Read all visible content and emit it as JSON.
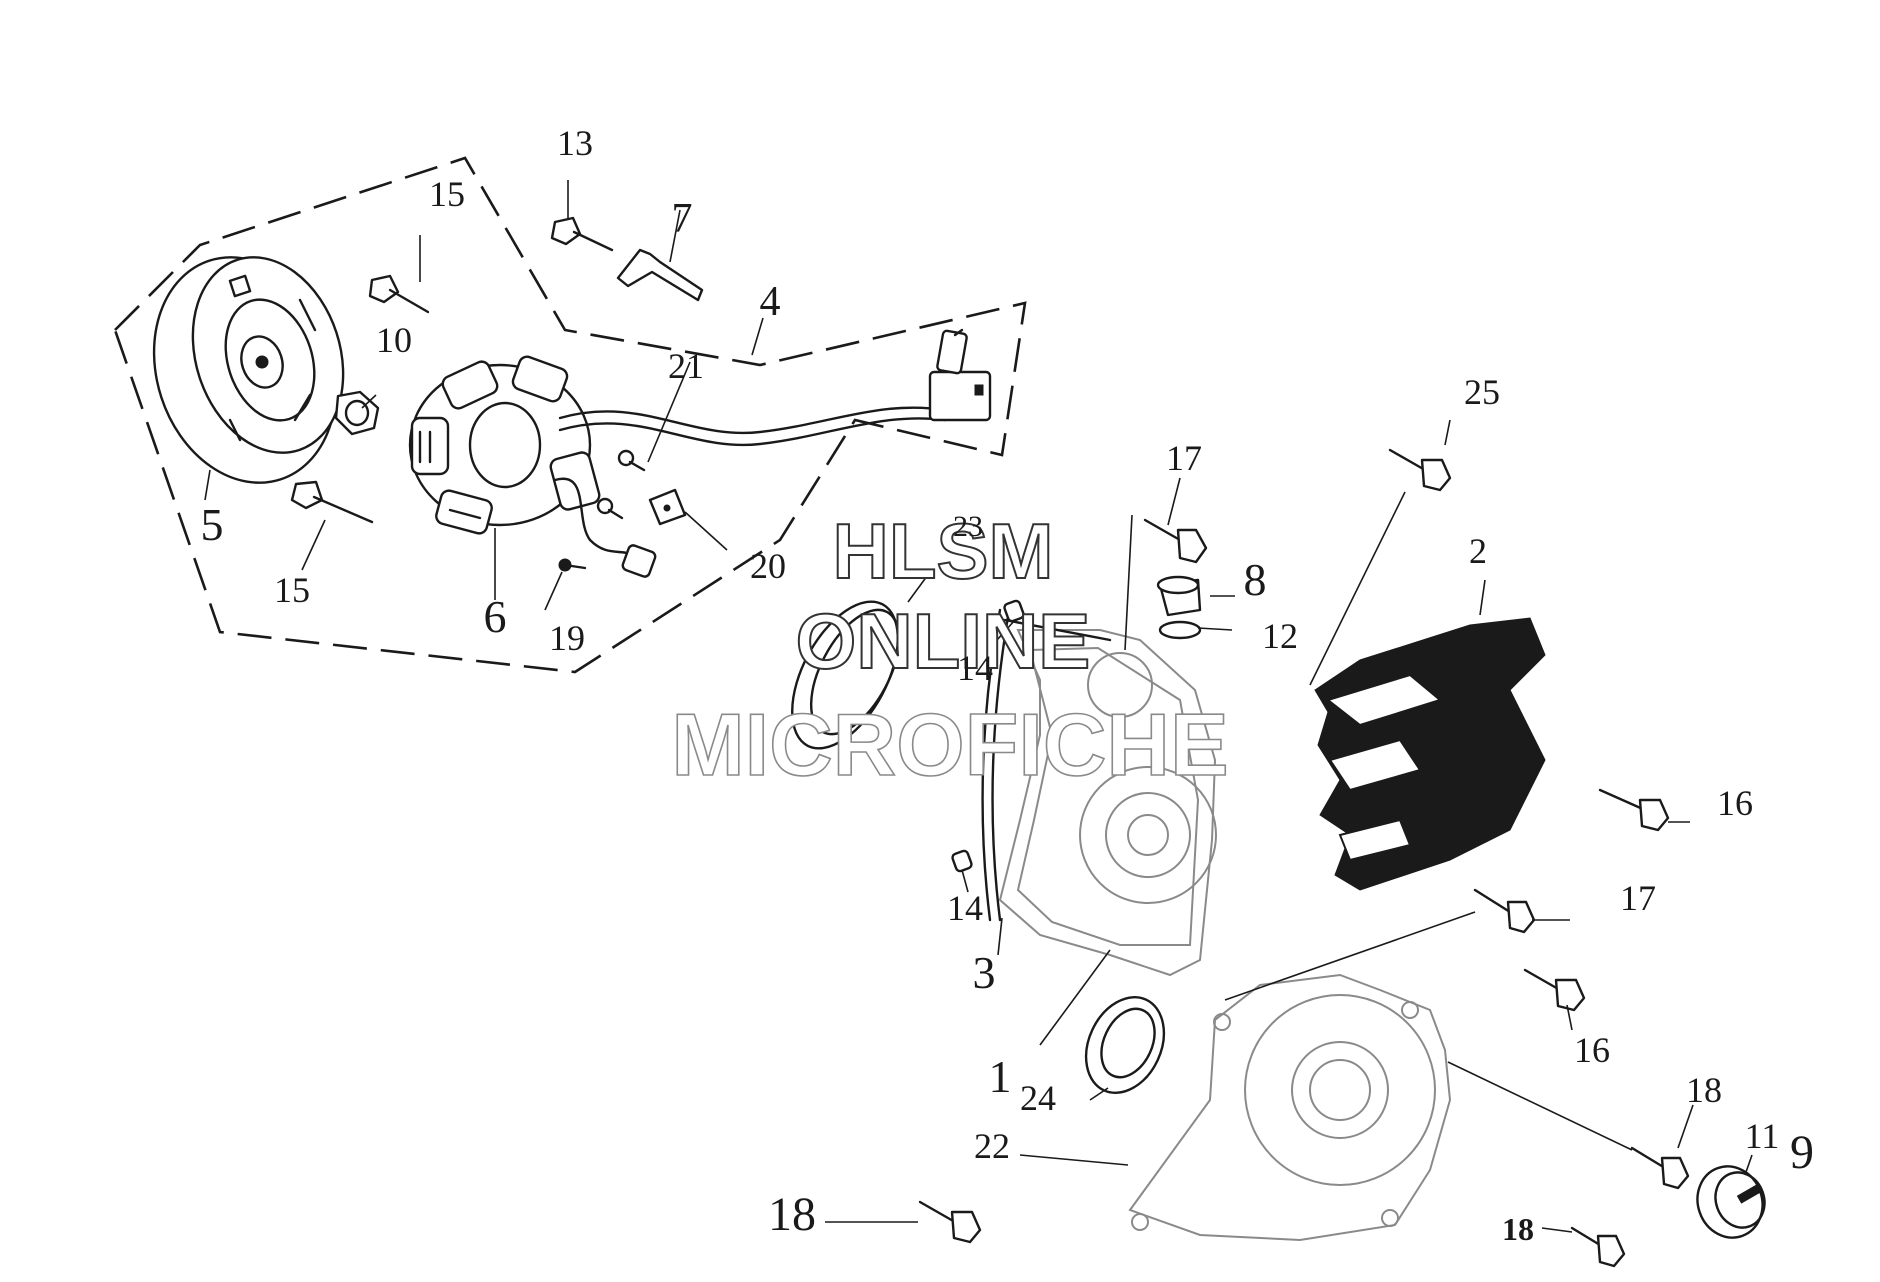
{
  "watermark": {
    "line1": "HLSM",
    "line2": "ONLINE",
    "line3": "MICROFICHE"
  },
  "callouts": [
    {
      "id": "c13",
      "text": "13"
    },
    {
      "id": "c15a",
      "text": "15"
    },
    {
      "id": "c7",
      "text": "7"
    },
    {
      "id": "c4",
      "text": "4"
    },
    {
      "id": "c10",
      "text": "10"
    },
    {
      "id": "c21",
      "text": "21"
    },
    {
      "id": "c5",
      "text": "5"
    },
    {
      "id": "c15b",
      "text": "15"
    },
    {
      "id": "c6",
      "text": "6"
    },
    {
      "id": "c19",
      "text": "19"
    },
    {
      "id": "c20",
      "text": "20"
    },
    {
      "id": "c23",
      "text": "23"
    },
    {
      "id": "c17a",
      "text": "17"
    },
    {
      "id": "c8",
      "text": "8"
    },
    {
      "id": "c12",
      "text": "12"
    },
    {
      "id": "c25",
      "text": "25"
    },
    {
      "id": "c2",
      "text": "2"
    },
    {
      "id": "c14a",
      "text": "14"
    },
    {
      "id": "c16a",
      "text": "16"
    },
    {
      "id": "c17b",
      "text": "17"
    },
    {
      "id": "c14b",
      "text": "14"
    },
    {
      "id": "c3",
      "text": "3"
    },
    {
      "id": "c16b",
      "text": "16"
    },
    {
      "id": "c1",
      "text": "1"
    },
    {
      "id": "c24",
      "text": "24"
    },
    {
      "id": "c18a",
      "text": "18"
    },
    {
      "id": "c11",
      "text": "11"
    },
    {
      "id": "c9",
      "text": "9"
    },
    {
      "id": "c22",
      "text": "22"
    },
    {
      "id": "c18b",
      "text": "18"
    },
    {
      "id": "c18c",
      "text": "18"
    }
  ]
}
